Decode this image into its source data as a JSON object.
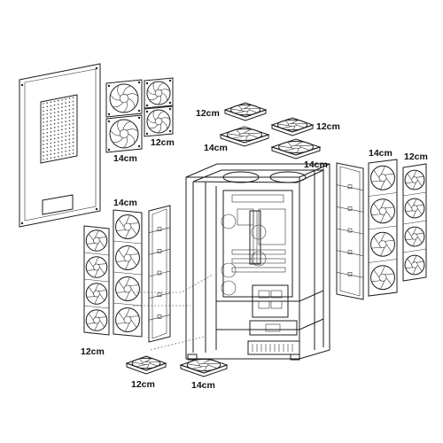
{
  "labels": {
    "side_top_12": "12cm",
    "side_top_14": "14cm",
    "top_a_12": "12cm",
    "top_a_14": "14cm",
    "top_b_12": "12cm",
    "top_b_14": "14cm",
    "left_14": "14cm",
    "left_12": "12cm",
    "bottom_12": "12cm",
    "bottom_14": "14cm",
    "right_14": "14cm",
    "right_12": "12cm"
  }
}
